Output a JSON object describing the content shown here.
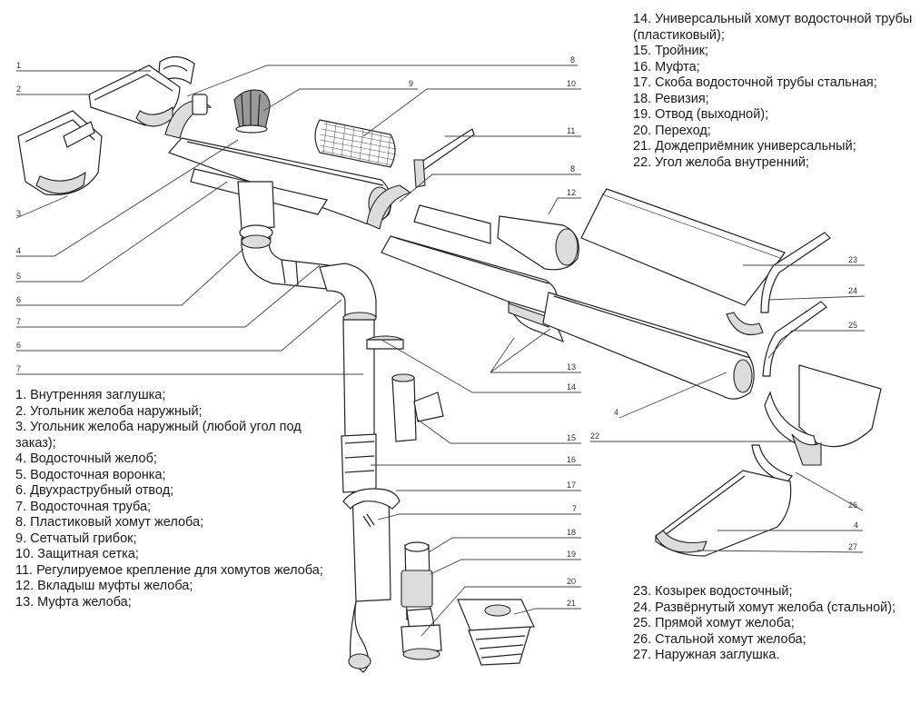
{
  "legend_top": [
    "14. Универсальный хомут водосточной трубы (пластиковый);",
    "15. Тройник;",
    "16. Муфта;",
    "17. Скоба водосточной трубы стальная;",
    "18. Ревизия;",
    "19. Отвод (выходной);",
    "20. Переход;",
    "21. Дождеприёмник универсальный;",
    "22. Угол желоба внутренний;"
  ],
  "legend_left": [
    "1. Внутренняя заглушка;",
    "2. Угольник желоба наружный;",
    "3. Угольник желоба наружный (любой угол под заказ);",
    "4. Водосточный желоб;",
    "5. Водосточная воронка;",
    "6. Двухраструбный отвод;",
    "7. Водосточная труба;",
    "8. Пластиковый хомут желоба;",
    "9. Сетчатый грибок;",
    "10. Защитная сетка;",
    "11. Регулируемое крепление для хомутов желоба;",
    "12. Вкладыш муфты желоба;",
    "13. Муфта желоба;"
  ],
  "legend_bottom": [
    "23. Козырек водосточный;",
    "24. Развёрнутый хомут желоба (стальной);",
    "25. Прямой хомут желоба;",
    "26. Стальной хомут желоба;",
    "27. Наружная заглушка."
  ],
  "callouts": [
    {
      "label": "1",
      "name": "callout-1"
    },
    {
      "label": "2",
      "name": "callout-2"
    },
    {
      "label": "3",
      "name": "callout-3"
    },
    {
      "label": "4",
      "name": "callout-4a"
    },
    {
      "label": "5",
      "name": "callout-5"
    },
    {
      "label": "6",
      "name": "callout-6a"
    },
    {
      "label": "7",
      "name": "callout-7a"
    },
    {
      "label": "6",
      "name": "callout-6b"
    },
    {
      "label": "7",
      "name": "callout-7b"
    },
    {
      "label": "8",
      "name": "callout-8a"
    },
    {
      "label": "9",
      "name": "callout-9"
    },
    {
      "label": "10",
      "name": "callout-10"
    },
    {
      "label": "11",
      "name": "callout-11"
    },
    {
      "label": "8",
      "name": "callout-8b"
    },
    {
      "label": "12",
      "name": "callout-12"
    },
    {
      "label": "23",
      "name": "callout-23"
    },
    {
      "label": "24",
      "name": "callout-24"
    },
    {
      "label": "25",
      "name": "callout-25"
    },
    {
      "label": "13",
      "name": "callout-13"
    },
    {
      "label": "14",
      "name": "callout-14"
    },
    {
      "label": "4",
      "name": "callout-4b"
    },
    {
      "label": "15",
      "name": "callout-15"
    },
    {
      "label": "22",
      "name": "callout-22"
    },
    {
      "label": "16",
      "name": "callout-16"
    },
    {
      "label": "17",
      "name": "callout-17"
    },
    {
      "label": "7",
      "name": "callout-7c"
    },
    {
      "label": "26",
      "name": "callout-26"
    },
    {
      "label": "4",
      "name": "callout-4c"
    },
    {
      "label": "18",
      "name": "callout-18"
    },
    {
      "label": "27",
      "name": "callout-27"
    },
    {
      "label": "19",
      "name": "callout-19"
    },
    {
      "label": "20",
      "name": "callout-20"
    },
    {
      "label": "21",
      "name": "callout-21"
    }
  ]
}
